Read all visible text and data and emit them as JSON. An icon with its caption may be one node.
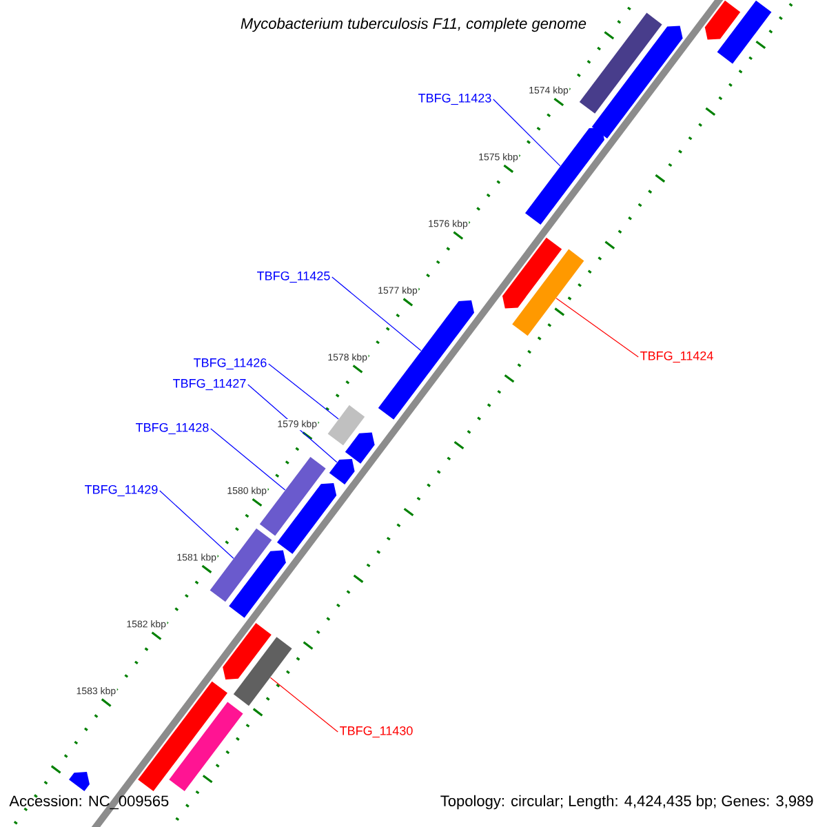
{
  "diagram": {
    "title": "Mycobacterium tuberculosis F11, complete genome",
    "nodes": [
      {
        "text": [
          "TBFG_11423"
        ]
      },
      {
        "text": [
          "TBFG_11425"
        ]
      },
      {
        "text": [
          "TBFG_11424"
        ]
      },
      {
        "text": [
          "TBFG_11426"
        ]
      },
      {
        "text": [
          "TBFG_11427"
        ]
      },
      {
        "text": [
          "TBFG_11428"
        ]
      },
      {
        "text": [
          "TBFG_11429"
        ]
      },
      {
        "text": [
          "TBFG_11430"
        ]
      },
      {
        "text": [],
        "shape": "pentagon"
      },
      {
        "text": [],
        "shape": "bar"
      },
      {
        "text": [],
        "shape": "bar"
      },
      {
        "text": [],
        "shape": "pentagon"
      },
      {
        "text": [],
        "shape": "pentagon"
      },
      {
        "text": [],
        "shape": "pentagon"
      },
      {
        "text": [],
        "shape": "bar"
      },
      {
        "text": [],
        "shape": "pentagon"
      },
      {
        "text": [],
        "shape": "bar"
      },
      {
        "text": [],
        "shape": "pentagon"
      },
      {
        "text": [],
        "shape": "pentagon"
      },
      {
        "text": [],
        "shape": "bar"
      },
      {
        "text": [],
        "shape": "pentagon"
      },
      {
        "text": [],
        "shape": "bar"
      },
      {
        "text": [],
        "shape": "pentagon"
      },
      {
        "text": [],
        "shape": "pentagon"
      },
      {
        "text": [],
        "shape": "bar"
      },
      {
        "text": [],
        "shape": "bar"
      },
      {
        "text": [],
        "shape": "bar"
      },
      {
        "text": [],
        "shape": "pentagon"
      }
    ],
    "edges": [
      {
        "from": 0,
        "to": 12,
        "arrow": "none"
      },
      {
        "from": 1,
        "to": 15,
        "arrow": "none"
      },
      {
        "from": 2,
        "to": 14,
        "arrow": "none",
        "color": "#ff0000"
      },
      {
        "from": 3,
        "to": 16,
        "arrow": "none"
      },
      {
        "from": 4,
        "to": 18,
        "arrow": "none"
      },
      {
        "from": 5,
        "to": 19,
        "arrow": "none"
      },
      {
        "from": 6,
        "to": 21,
        "arrow": "none"
      },
      {
        "from": 7,
        "to": 24,
        "arrow": "none",
        "color": "#ff0000"
      }
    ],
    "labels": [
      "1574 kbp",
      "1575 kbp",
      "1576 kbp",
      "1577 kbp",
      "1578 kbp",
      "1579 kbp",
      "1580 kbp",
      "1581 kbp",
      "1582 kbp",
      "1583 kbp",
      "Accession: NC_009565",
      "Topology: circular; Length: 4,424,435 bp; Genes: 3,989"
    ]
  }
}
